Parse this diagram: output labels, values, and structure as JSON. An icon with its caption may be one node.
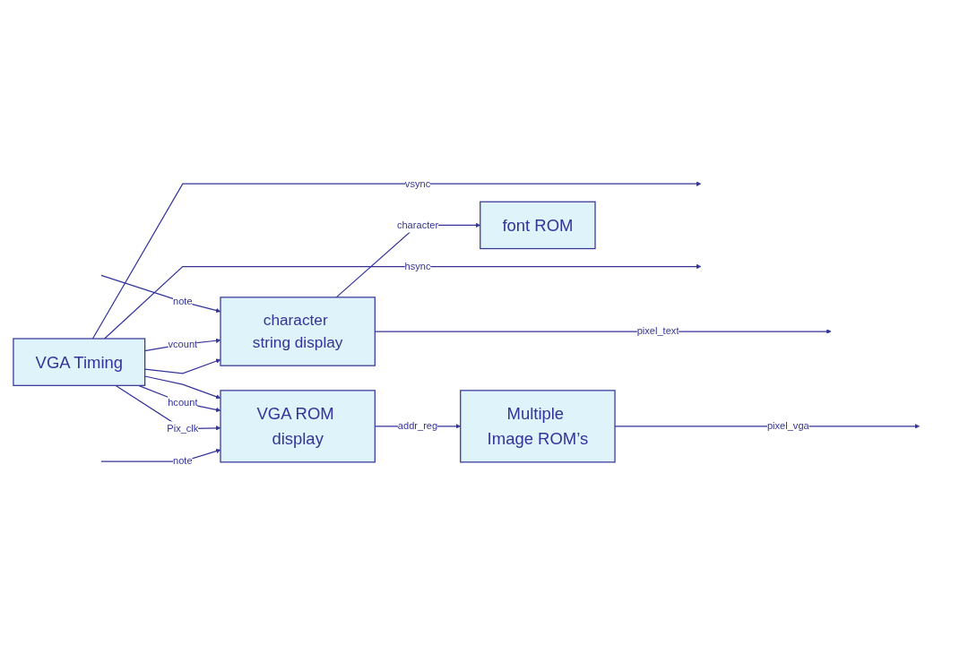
{
  "diagram": {
    "nodes": [
      {
        "text": [
          "VGA Timing"
        ]
      },
      {
        "text": [
          "VGA ROM display"
        ]
      },
      {
        "text": [
          "Multiple Image ROM’s"
        ]
      },
      {
        "text": [
          "character string display"
        ]
      },
      {
        "text": [
          "font ROM"
        ]
      }
    ],
    "edges": [
      {
        "from": null,
        "to": 1,
        "arrow": "to",
        "label": "note"
      },
      {
        "from": 1,
        "to": 2,
        "arrow": "to",
        "label": "addr_reg"
      },
      {
        "from": 0,
        "to": 1,
        "arrow": "to",
        "label": "Pix_clk"
      },
      {
        "from": 0,
        "to": 1,
        "arrow": "to",
        "label": "hcount"
      },
      {
        "from": 0,
        "to": 3,
        "arrow": "to"
      },
      {
        "from": 0,
        "to": 1,
        "arrow": "to"
      },
      {
        "from": 0,
        "to": 3,
        "arrow": "to",
        "label": "vcount"
      },
      {
        "from": 0,
        "to": null,
        "arrow": "to",
        "label": "vsync"
      },
      {
        "from": 0,
        "to": null,
        "arrow": "to",
        "label": "hsync"
      },
      {
        "from": 2,
        "to": null,
        "arrow": "to",
        "label": "pixel_vga"
      },
      {
        "from": 3,
        "to": null,
        "arrow": "to",
        "label": "pixel_text"
      },
      {
        "from": null,
        "to": 3,
        "arrow": "to",
        "label": "note"
      },
      {
        "from": 3,
        "to": 4,
        "arrow": "to",
        "label": "character"
      }
    ]
  }
}
